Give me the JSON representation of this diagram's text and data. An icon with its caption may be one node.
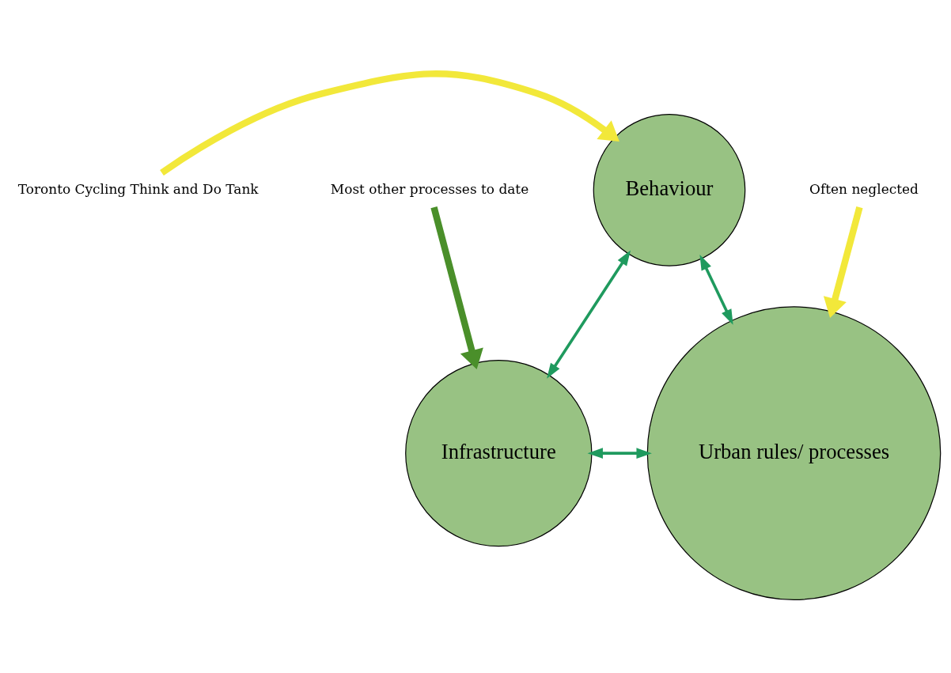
{
  "diagram": {
    "nodes": [
      {
        "text": [
          "Toronto Cycling Think and Do Tank"
        ]
      },
      {
        "text": [
          "Behaviour"
        ]
      },
      {
        "text": [
          "Most other processes to date"
        ]
      },
      {
        "text": [
          "Often neglected"
        ]
      },
      {
        "text": [
          "Infrastructure"
        ]
      },
      {
        "text": [
          "Urban rules/ processes"
        ]
      }
    ],
    "edges": [
      {
        "from": 0,
        "to": 1,
        "arrow": "to",
        "style": "thick",
        "color": "#f2e83a"
      },
      {
        "from": 2,
        "to": 4,
        "arrow": "to",
        "style": "thick",
        "color": "#4a8f2a"
      },
      {
        "from": 3,
        "to": 5,
        "arrow": "to",
        "style": "thick",
        "color": "#f2e83a"
      },
      {
        "from": 1,
        "to": 4,
        "arrow": "both"
      },
      {
        "from": 1,
        "to": 5,
        "arrow": "both"
      },
      {
        "from": 4,
        "to": 5,
        "arrow": "both"
      }
    ]
  }
}
